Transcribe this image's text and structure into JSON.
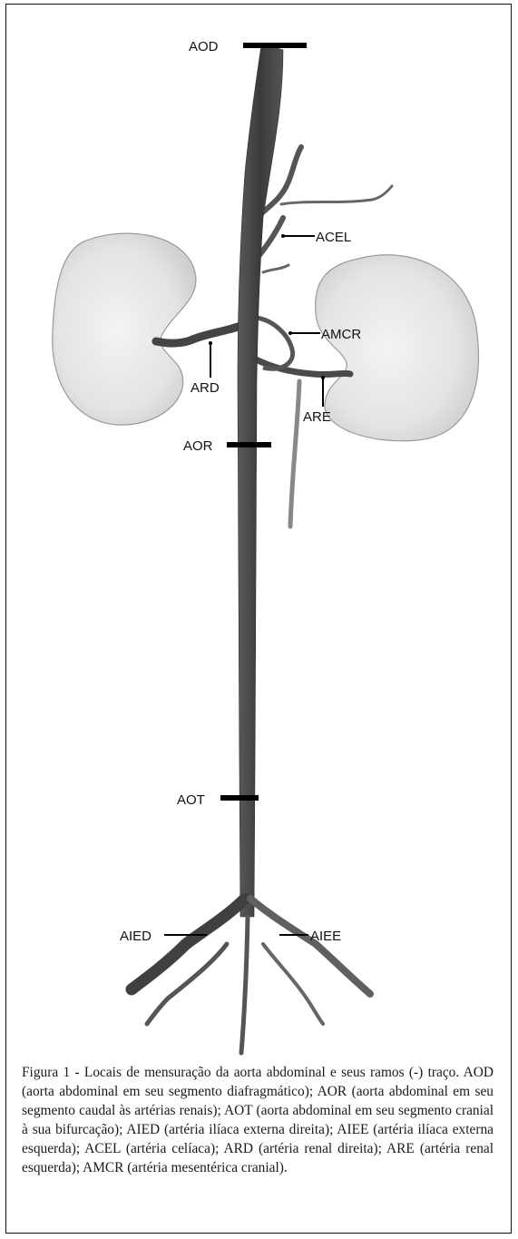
{
  "labels": {
    "aod": "AOD",
    "acel": "ACEL",
    "amcr": "AMCR",
    "ard": "ARD",
    "are": "ARE",
    "aor": "AOR",
    "aot": "AOT",
    "aied": "AIED",
    "aiee": "AIEE"
  },
  "caption": {
    "prefix": "Figura 1 - ",
    "text": "Locais de mensuração da aorta abdominal e seus ramos (-) traço. AOD (aorta abdominal em seu segmento diafragmático); AOR (aorta abdominal em seu segmento caudal às artérias renais); AOT (aorta abdominal em seu segmento cranial à sua bifurcação); AIED (artéria ilíaca externa direita); AIEE (artéria ilíaca externa esquerda); ACEL (artéria celíaca); ARD (artéria renal direita); ARE (artéria renal esquerda); AMCR (artéria mesentérica cranial)."
  },
  "colors": {
    "vessel": "#3e3e3e",
    "kidney_fill": "#e9e9e9",
    "kidney_edge": "#8a8a8a",
    "marker": "#000000"
  }
}
